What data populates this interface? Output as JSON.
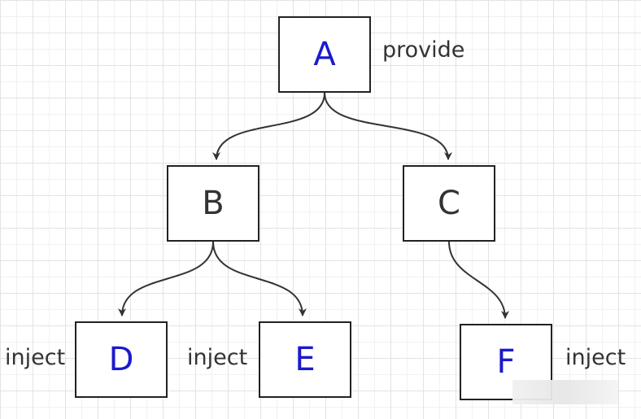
{
  "nodes": {
    "a": {
      "label": "A",
      "highlighted": true
    },
    "b": {
      "label": "B",
      "highlighted": false
    },
    "c": {
      "label": "C",
      "highlighted": false
    },
    "d": {
      "label": "D",
      "highlighted": true
    },
    "e": {
      "label": "E",
      "highlighted": true
    },
    "f": {
      "label": "F",
      "highlighted": true
    }
  },
  "annotations": {
    "a": "provide",
    "d": "inject",
    "e": "inject",
    "f": "inject"
  },
  "edges": [
    {
      "from": "A",
      "to": "B"
    },
    {
      "from": "A",
      "to": "C"
    },
    {
      "from": "B",
      "to": "D"
    },
    {
      "from": "B",
      "to": "E"
    },
    {
      "from": "C",
      "to": "F"
    }
  ],
  "colors": {
    "highlight_text": "#1a1acc",
    "normal_text": "#333333",
    "line": "#333333"
  }
}
